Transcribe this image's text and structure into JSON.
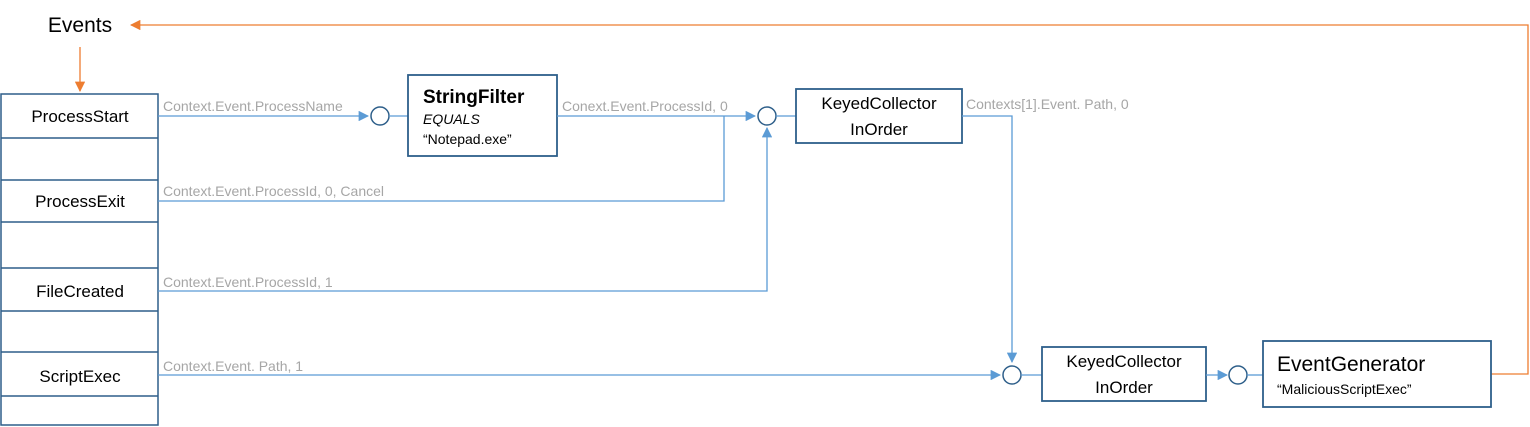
{
  "colors": {
    "box_border": "#2e5f8a",
    "connector": "#5b9bd5",
    "feedback": "#ed7d31",
    "label": "#a6a6a6",
    "text": "#000000"
  },
  "events_title": "Events",
  "event_list": {
    "items": [
      "ProcessStart",
      "ProcessExit",
      "FileCreated",
      "ScriptExec"
    ]
  },
  "nodes": {
    "string_filter": {
      "title": "StringFilter",
      "operator": "EQUALS",
      "value": "“Notepad.exe”"
    },
    "keyed_collector_1": {
      "line1": "KeyedCollector",
      "line2": "InOrder"
    },
    "keyed_collector_2": {
      "line1": "KeyedCollector",
      "line2": "InOrder"
    },
    "event_generator": {
      "title": "EventGenerator",
      "value": "“MaliciousScriptExec”"
    }
  },
  "edge_labels": {
    "process_name": "Context.Event.ProcessName",
    "filter_out": "Conext.Event.ProcessId, 0",
    "process_exit": "Context.Event.ProcessId, 0, Cancel",
    "file_created": "Context.Event.ProcessId, 1",
    "collector_out": "Contexts[1].Event. Path, 0",
    "script_exec": "Context.Event. Path, 1"
  }
}
